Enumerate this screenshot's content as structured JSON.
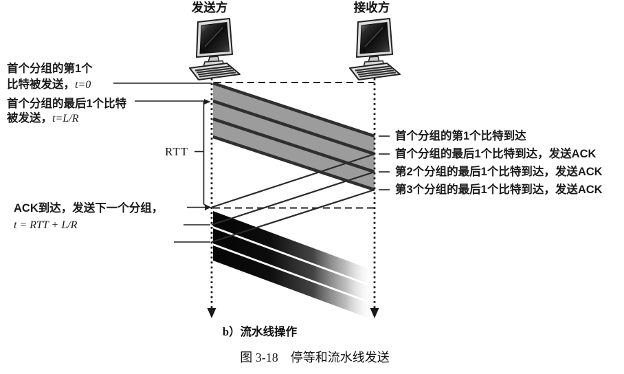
{
  "figure": {
    "sender": "发送方",
    "receiver": "接收方",
    "left": {
      "l1_line1": "首个分组的第1个",
      "l1_line2_zh": "比特被发送，",
      "l1_line2_math": "t=0",
      "l2_line1": "首个分组的最后1个比特",
      "l2_line2_zh": "被发送，",
      "l2_line2_math": "t=L/R",
      "rtt": "RTT",
      "l3_line1": "ACK到达，发送下一个分组，",
      "l3_line2": "t = RTT + L/R"
    },
    "right": {
      "r1": "首个分组的第1个比特到达",
      "r2": "首个分组的最后1个比特到达，发送ACK",
      "r3": "第2个分组的最后1个比特到达，发送ACK",
      "r4": "第3个分组的最后1个比特到达，发送ACK"
    },
    "captions": {
      "sub": "b）流水线操作",
      "fig": "图 3-18　停等和流水线发送"
    },
    "colors": {
      "band_fill": "#9c9c9c",
      "band_edge": "#2f2f2f",
      "dark_band_start": "#050505",
      "line": "#1a1a1a",
      "background": "#ffffff"
    }
  }
}
